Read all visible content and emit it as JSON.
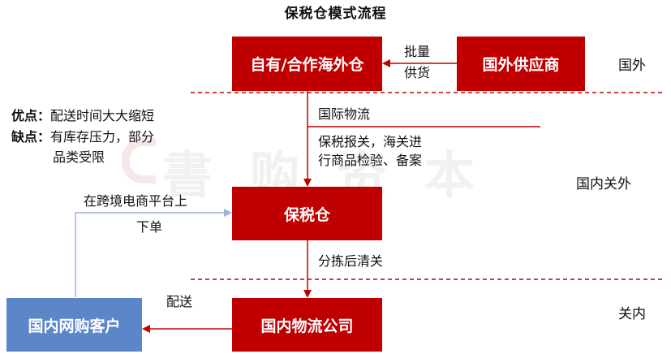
{
  "title": "保税仓模式流程",
  "nodes": {
    "warehouse_overseas": "自有/合作海外仓",
    "supplier": "国外供应商",
    "bonded": "保税仓",
    "logistics": "国内物流公司",
    "customer": "国内网购客户"
  },
  "edges": {
    "supplier_to_warehouse": [
      "批量",
      "供货"
    ],
    "intl_logistics": "国际物流",
    "customs": [
      "保税报关，海关进",
      "行商品检验、备案"
    ],
    "sort_clear": "分拣后清关",
    "order": [
      "在跨境电商平台上",
      "下单"
    ],
    "delivery": "配送"
  },
  "zones": {
    "foreign": "国外",
    "inland_outside_customs": "国内关外",
    "inside_customs": "关内"
  },
  "notes": {
    "pros_label": "优点：",
    "pros": "配送时间大大缩短",
    "cons_label": "缺点：",
    "cons_1": "有库存压力，部分",
    "cons_2": "品类受限"
  },
  "watermark": "書 购 资 本",
  "colors": {
    "node_red": "#c00000",
    "node_blue": "#5b86c8",
    "arrow_red": "#c00000",
    "arrow_blue": "#9bb3d9",
    "divider": "#c00000"
  }
}
